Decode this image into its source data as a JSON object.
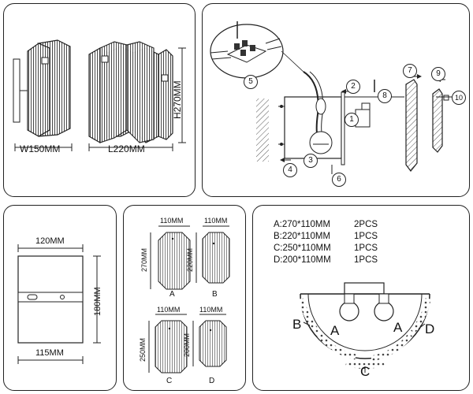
{
  "dimensions": {
    "width": "W150MM",
    "length": "L220MM",
    "height": "H270MM"
  },
  "assembly": {
    "steps": [
      "1",
      "2",
      "3",
      "4",
      "5",
      "6",
      "7",
      "8",
      "9",
      "10"
    ]
  },
  "plate": {
    "top_width": "120MM",
    "height": "180MM",
    "bottom_width": "115MM"
  },
  "glass": {
    "panels": [
      {
        "id": "A",
        "width": "110MM",
        "height": "270MM"
      },
      {
        "id": "B",
        "width": "110MM",
        "height": "220MM"
      },
      {
        "id": "C",
        "width": "110MM",
        "height": "250MM"
      },
      {
        "id": "D",
        "width": "110MM",
        "height": "200MM"
      }
    ]
  },
  "layout": {
    "specs": [
      {
        "text": "A:270*110MM",
        "qty": "2PCS"
      },
      {
        "text": "B:220*110MM",
        "qty": "1PCS"
      },
      {
        "text": "C:250*110MM",
        "qty": "1PCS"
      },
      {
        "text": "D:200*110MM",
        "qty": "1PCS"
      }
    ],
    "labels": [
      "A",
      "A",
      "B",
      "C",
      "D"
    ]
  }
}
